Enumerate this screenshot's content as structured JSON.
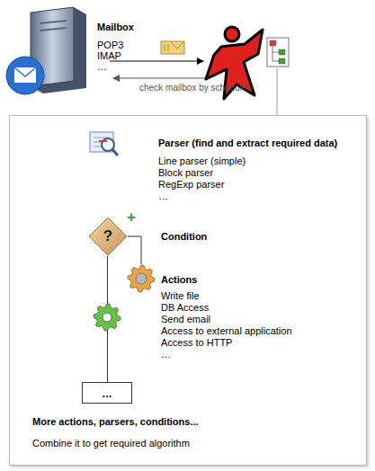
{
  "diagram": {
    "nodes": [
      {
        "text": [
          "Mailbox",
          "POP3",
          "IMAP",
          "…"
        ]
      },
      {
        "text": [
          "More actions, parsers, conditions...",
          "Combine it to get required algorithm"
        ]
      },
      {
        "text": [
          "Parser (find and extract required data)",
          "Line parser (simple)",
          "Block parser",
          "RegExp parser",
          "…"
        ],
        "in": 1
      },
      {
        "text": [
          "?",
          "Condition"
        ],
        "in": 1
      },
      {
        "text": [
          "Actions",
          "Write file",
          "DB Access",
          "Send email",
          "Access to external application",
          "Access to HTTP",
          "…"
        ],
        "in": 1
      },
      {
        "text": [
          "..."
        ],
        "in": 1
      }
    ],
    "edges": [
      {
        "from": 3,
        "to": 4,
        "arrow": "none"
      },
      {
        "from": 3,
        "to": 5,
        "arrow": "none"
      }
    ],
    "labels": [
      "+",
      "check mailbox by schedule"
    ]
  }
}
